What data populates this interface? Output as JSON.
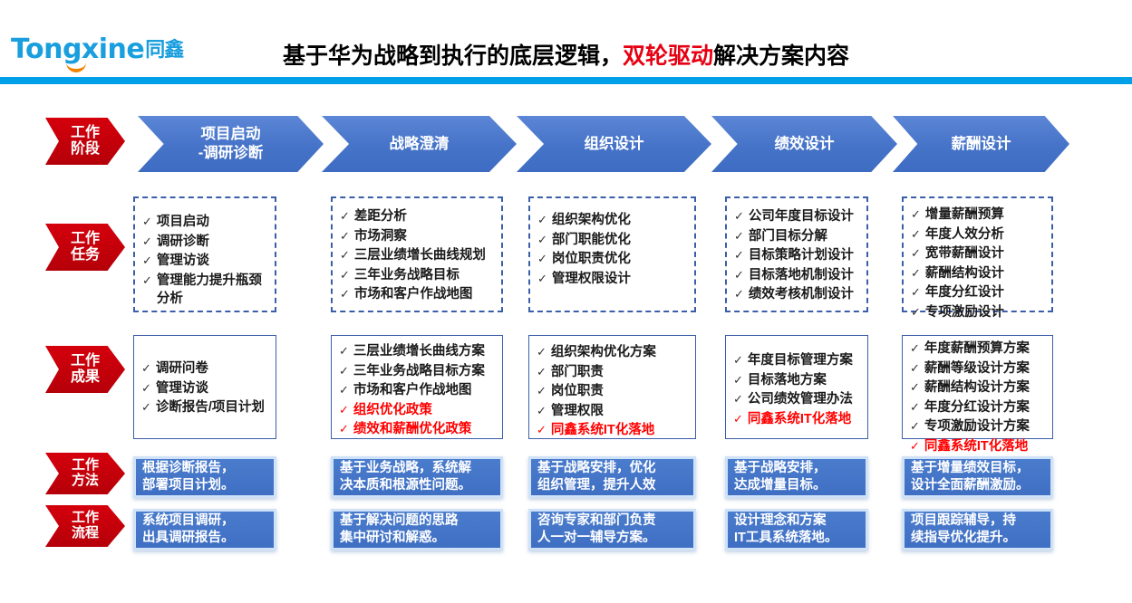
{
  "header": {
    "logo_latin": "Tongxine",
    "logo_cjk": "同鑫",
    "title_part1": "基于华为战略到执行的底层逻辑，",
    "title_highlight": "双轮驱动",
    "title_part2": "解决方案内容",
    "accent_blue": "#00a0e9",
    "highlight_red": "#e60012"
  },
  "row_labels": [
    {
      "line1": "工作",
      "line2": "阶段"
    },
    {
      "line1": "工作",
      "line2": "任务"
    },
    {
      "line1": "工作",
      "line2": "成果"
    },
    {
      "line1": "工作",
      "line2": "方法"
    },
    {
      "line1": "工作",
      "line2": "流程"
    }
  ],
  "stages": [
    {
      "line1": "项目启动",
      "line2": "-调研诊断"
    },
    {
      "line1": "战略澄清",
      "line2": ""
    },
    {
      "line1": "组织设计",
      "line2": ""
    },
    {
      "line1": "绩效设计",
      "line2": ""
    },
    {
      "line1": "薪酬设计",
      "line2": ""
    }
  ],
  "tasks": [
    {
      "items": [
        {
          "text": "项目启动",
          "red": false
        },
        {
          "text": "调研诊断",
          "red": false
        },
        {
          "text": "管理访谈",
          "red": false
        },
        {
          "text": "管理能力提升瓶颈分析",
          "red": false
        }
      ]
    },
    {
      "items": [
        {
          "text": "差距分析",
          "red": false
        },
        {
          "text": "市场洞察",
          "red": false
        },
        {
          "text": "三层业绩增长曲线规划",
          "red": false
        },
        {
          "text": "三年业务战略目标",
          "red": false
        },
        {
          "text": "市场和客户作战地图",
          "red": false
        }
      ]
    },
    {
      "items": [
        {
          "text": "组织架构优化",
          "red": false
        },
        {
          "text": "部门职能优化",
          "red": false
        },
        {
          "text": "岗位职责优化",
          "red": false
        },
        {
          "text": "管理权限设计",
          "red": false
        }
      ]
    },
    {
      "items": [
        {
          "text": "公司年度目标设计",
          "red": false
        },
        {
          "text": "部门目标分解",
          "red": false
        },
        {
          "text": "目标策略计划设计",
          "red": false
        },
        {
          "text": "目标落地机制设计",
          "red": false
        },
        {
          "text": "绩效考核机制设计",
          "red": false
        }
      ]
    },
    {
      "items": [
        {
          "text": "增量薪酬预算",
          "red": false
        },
        {
          "text": "年度人效分析",
          "red": false
        },
        {
          "text": "宽带薪酬设计",
          "red": false
        },
        {
          "text": "薪酬结构设计",
          "red": false
        },
        {
          "text": "年度分红设计",
          "red": false
        },
        {
          "text": "专项激励设计",
          "red": false
        }
      ]
    }
  ],
  "results": [
    {
      "items": [
        {
          "text": "调研问卷",
          "red": false
        },
        {
          "text": "管理访谈",
          "red": false
        },
        {
          "text": "诊断报告/项目计划",
          "red": false
        }
      ]
    },
    {
      "items": [
        {
          "text": "三层业绩增长曲线方案",
          "red": false
        },
        {
          "text": "三年业务战略目标方案",
          "red": false
        },
        {
          "text": "市场和客户作战地图",
          "red": false
        },
        {
          "text": "组织优化政策",
          "red": true
        },
        {
          "text": "绩效和薪酬优化政策",
          "red": true
        }
      ]
    },
    {
      "items": [
        {
          "text": "组织架构优化方案",
          "red": false
        },
        {
          "text": "部门职责",
          "red": false
        },
        {
          "text": "岗位职责",
          "red": false
        },
        {
          "text": "管理权限",
          "red": false
        },
        {
          "text": "同鑫系统IT化落地",
          "red": true
        }
      ]
    },
    {
      "items": [
        {
          "text": "年度目标管理方案",
          "red": false
        },
        {
          "text": "目标落地方案",
          "red": false
        },
        {
          "text": "公司绩效管理办法",
          "red": false
        },
        {
          "text": "同鑫系统IT化落地",
          "red": true
        }
      ]
    },
    {
      "items": [
        {
          "text": "年度薪酬预算方案",
          "red": false
        },
        {
          "text": "薪酬等级设计方案",
          "red": false
        },
        {
          "text": "薪酬结构设计方案",
          "red": false
        },
        {
          "text": "年度分红设计方案",
          "red": false
        },
        {
          "text": "专项激励设计方案",
          "red": false
        },
        {
          "text": "同鑫系统IT化落地",
          "red": true
        }
      ]
    }
  ],
  "methods": [
    {
      "line1": "根据诊断报告，",
      "line2": "部署项目计划。"
    },
    {
      "line1": "基于业务战略，系统解",
      "line2": "决本质和根源性问题。"
    },
    {
      "line1": "基于战略安排，优化",
      "line2": "组织管理，提升人效"
    },
    {
      "line1": "基于战略安排，",
      "line2": "达成增量目标。"
    },
    {
      "line1": "基于增量绩效目标，",
      "line2": "设计全面薪酬激励。"
    }
  ],
  "processes": [
    {
      "line1": "系统项目调研，",
      "line2": "出具调研报告。"
    },
    {
      "line1": "基于解决问题的思路",
      "line2": "集中研讨和解惑。"
    },
    {
      "line1": "咨询专家和部门负责",
      "line2": "人一对一辅导方案。"
    },
    {
      "line1": "设计理念和方案",
      "line2": "IT工具系统落地。"
    },
    {
      "line1": "项目跟踪辅导，持",
      "line2": "续指导优化提升。"
    }
  ],
  "icons": {
    "check": "✓"
  }
}
